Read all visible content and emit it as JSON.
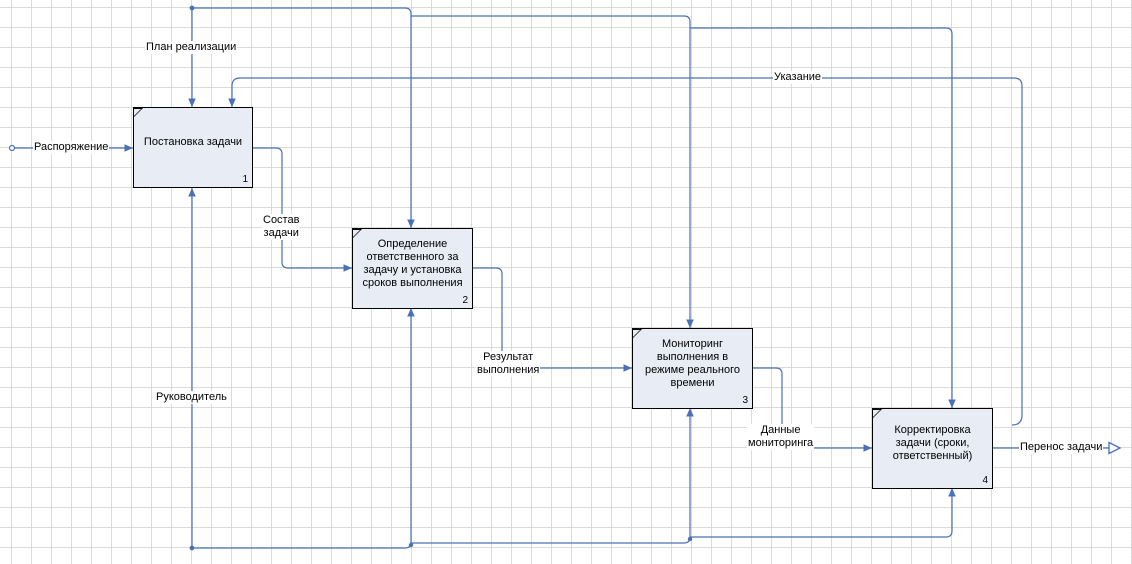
{
  "functions": [
    {
      "label": "Постановка задачи",
      "number": "1"
    },
    {
      "label": "Определение ответственного за задачу и установка сроков выполнения",
      "number": "2"
    },
    {
      "label": "Мониторинг выполнения в режиме реального времени",
      "number": "3"
    },
    {
      "label": "Корректировка задачи (сроки, ответственный)",
      "number": "4"
    }
  ],
  "arrows": {
    "plan": "План реализации",
    "order": "Распоряжение",
    "instruction": "Указание",
    "composition": "Состав\nзадачи",
    "result": "Результат\nвыполнения",
    "monitoring_data": "Данные\nмониторинга",
    "manager": "Руководитель",
    "transfer": "Перенос задачи"
  },
  "colors": {
    "box_fill": "#e7ecf5",
    "arrow": "#4a70b8"
  }
}
